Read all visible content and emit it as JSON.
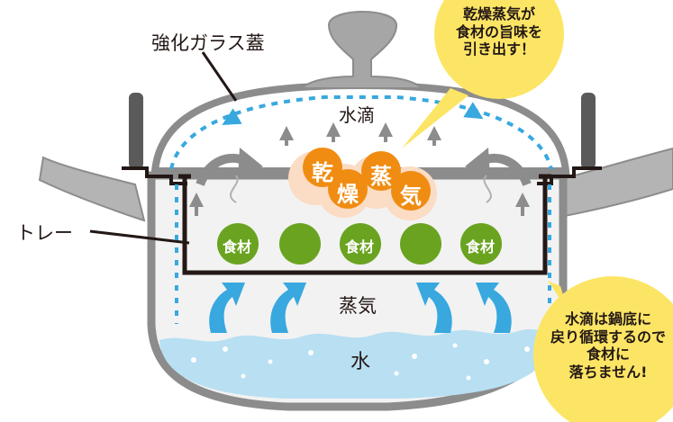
{
  "labels": {
    "lid": "強化ガラス蓋",
    "tray": "トレー",
    "water_drops": "水滴",
    "steam": "蒸気",
    "water": "水"
  },
  "food_label": "食材",
  "dry_steam_chars": [
    "乾",
    "燥",
    "蒸",
    "気"
  ],
  "callout_top": {
    "line1": "乾燥蒸気が",
    "line2": "食材の旨味を",
    "line3": "引き出す！"
  },
  "callout_right": {
    "line1": "水滴は鍋底に",
    "line2": "戻り循環するので",
    "line3": "食材に",
    "line4": "落ちません!"
  },
  "colors": {
    "pot_gray": "#8c8c8c",
    "handle_dark": "#5a5a5a",
    "food_green": "#6aa320",
    "steam_orange": "#f08c12",
    "callout_yellow": "#fce565",
    "drop_blue": "#38a8df",
    "water_blue": "#b8dff2"
  }
}
